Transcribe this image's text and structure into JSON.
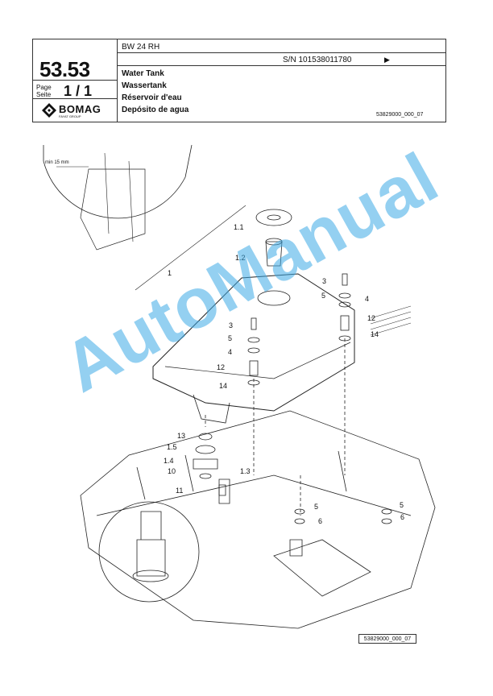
{
  "header": {
    "model": "BW 24 RH",
    "serial": "S/N 101538011780",
    "page_number": "53.53",
    "page_label_1": "Page",
    "page_label_2": "Seite",
    "page_fraction": "1 / 1",
    "titles": [
      "Water Tank",
      "Wassertank",
      "Réservoir d'eau",
      "Depósito de agua"
    ],
    "doc_id": "53829000_000_07",
    "logo_text": "BOMAG",
    "logo_sub": "FAYAT GROUP"
  },
  "diagram": {
    "detail_dimension": "min 15 mm",
    "callouts": [
      "1.1",
      "1.2",
      "1",
      "3",
      "5",
      "4",
      "12",
      "14",
      "3",
      "5",
      "4",
      "12",
      "14",
      "13",
      "1.5",
      "1.4",
      "10",
      "11",
      "1.3",
      "5",
      "6",
      "5",
      "6"
    ],
    "reference_label": "53829000_000_07"
  },
  "watermark": "AutoManual",
  "colors": {
    "watermark": "#3caae6",
    "line": "#222222"
  }
}
